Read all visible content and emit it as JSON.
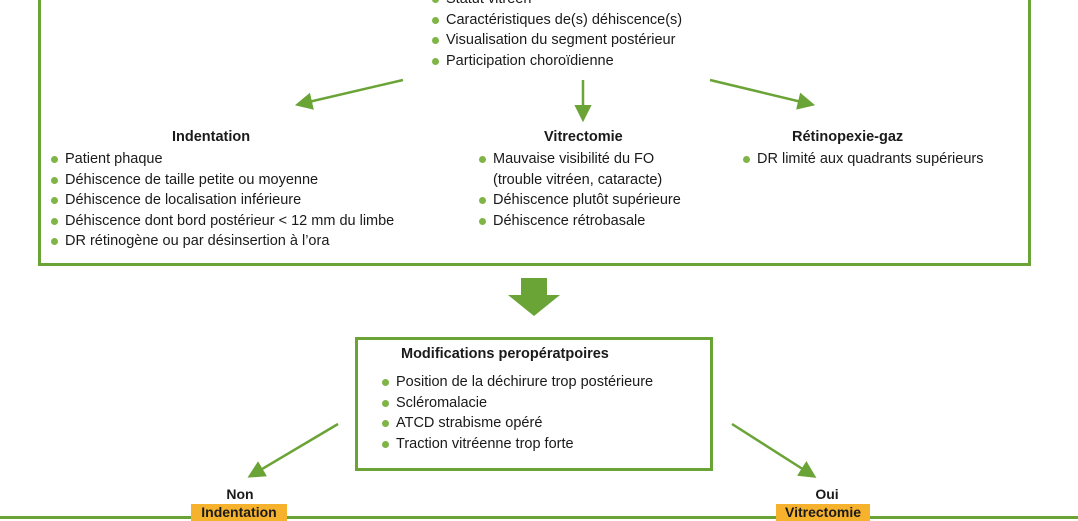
{
  "top_criteria": [
    "Statut vitréen",
    "Caractéristiques de(s) déhiscence(s)",
    "Visualisation du segment postérieur",
    "Participation choroïdienne"
  ],
  "indentation": {
    "title": "Indentation",
    "items": [
      "Patient phaque",
      "Déhiscence de taille petite ou moyenne",
      "Déhiscence de localisation inférieure",
      "Déhiscence dont bord postérieur < 12 mm du limbe",
      "DR rétinogène ou par désinsertion à l’ora"
    ]
  },
  "vitrectomie": {
    "title": "Vitrectomie",
    "items": [
      "Mauvaise visibilité du FO\n(trouble vitréen, cataracte)",
      "Déhiscence plutôt supérieure",
      "Déhiscence rétrobasale"
    ]
  },
  "retinopexie": {
    "title": "Rétinopexie-gaz",
    "items": [
      "DR limité aux quadrants supérieurs"
    ]
  },
  "modifications": {
    "title": "Modifications peropératpoires",
    "items": [
      "Position de la déchirure trop postérieure",
      "Scléromalacie",
      "ATCD strabisme opéré",
      "Traction vitréenne trop forte"
    ]
  },
  "outcomes": {
    "no_label": "Non",
    "no_action": "Indentation",
    "yes_label": "Oui",
    "yes_action": "Vitrectomie"
  },
  "colors": {
    "green": "#6aa437",
    "bullet": "#7fb446",
    "highlight": "#f6b22d"
  }
}
